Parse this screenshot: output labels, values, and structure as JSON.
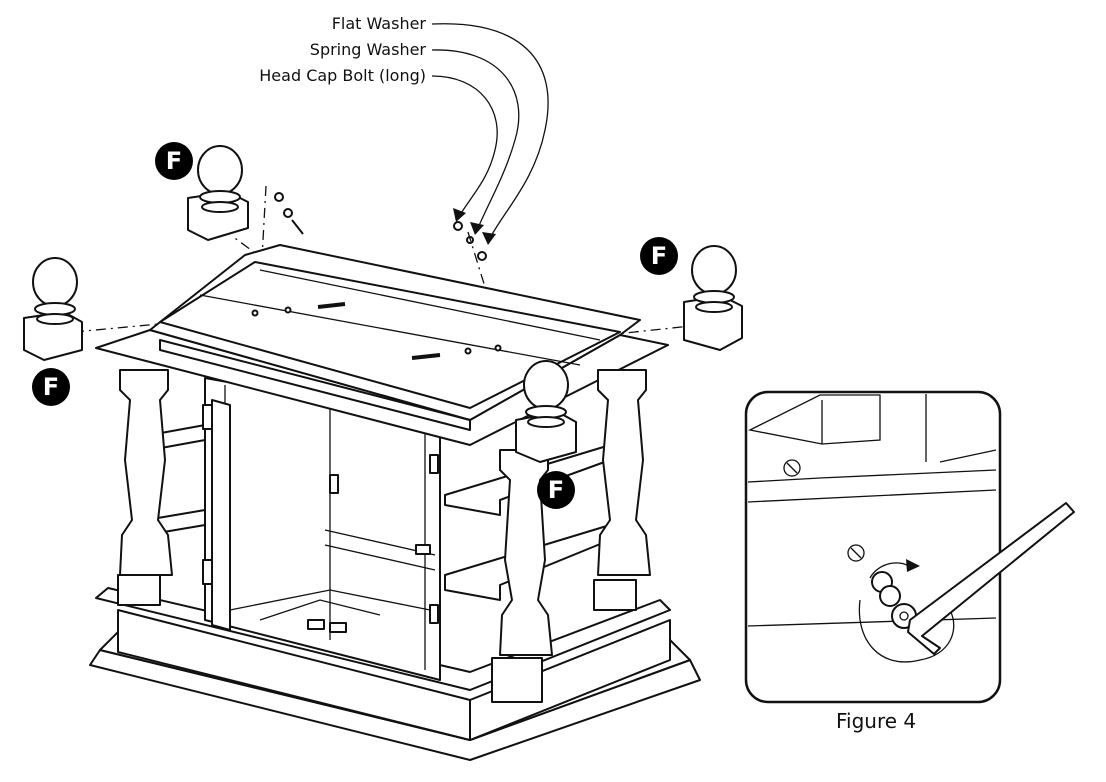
{
  "callouts": {
    "flat_washer": "Flat Washer",
    "spring_washer": "Spring Washer",
    "head_cap_bolt": "Head Cap Bolt (long)"
  },
  "part_badges": [
    {
      "letter": "F"
    },
    {
      "letter": "F"
    },
    {
      "letter": "F"
    },
    {
      "letter": "F"
    }
  ],
  "figure": {
    "caption": "Figure 4"
  }
}
